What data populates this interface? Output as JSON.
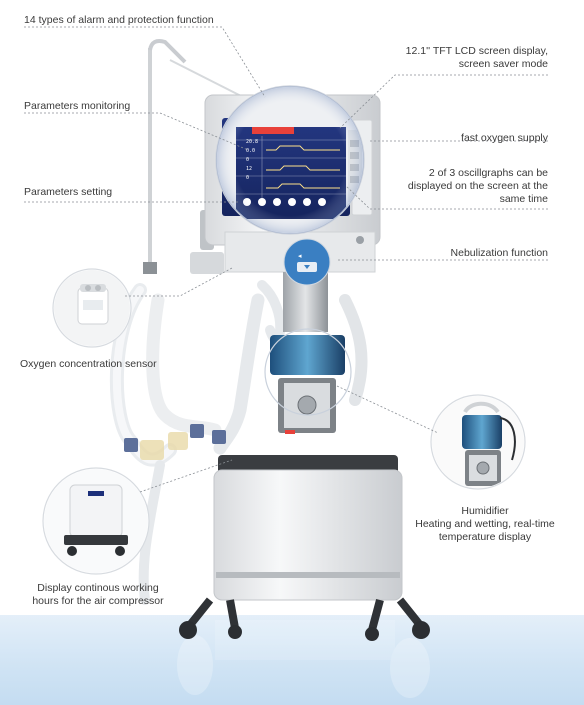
{
  "callouts": {
    "alarm": "14 types of alarm and protection function",
    "screen_line1": "12.1'' TFT LCD screen display,",
    "screen_line2": "screen saver mode",
    "monitoring": "Parameters monitoring",
    "fast_oxygen": "fast oxygen supply",
    "oscillographs_line1": "2 of 3 oscillgraphs can be",
    "oscillographs_line2": "displayed on the screen at the",
    "oscillographs_line3": "same time",
    "setting": "Parameters setting",
    "nebulization": "Nebulization function",
    "oxygen_sensor": "Oxygen concentration  sensor",
    "humidifier_title": "Humidifier",
    "humidifier_line1": "Heating and wetting, real-time",
    "humidifier_line2": "temperature display",
    "compressor_line1": "Display continous working",
    "compressor_line2": "hours for the air compressor"
  },
  "screen": {
    "value1": "20.8",
    "value2": "0.0",
    "value3": "0",
    "value4": "12",
    "value5": "0"
  },
  "colors": {
    "accent_red": "#e8413a",
    "screen_blue": "#1c2f7a",
    "floor_blue": "#cfe3f4"
  }
}
